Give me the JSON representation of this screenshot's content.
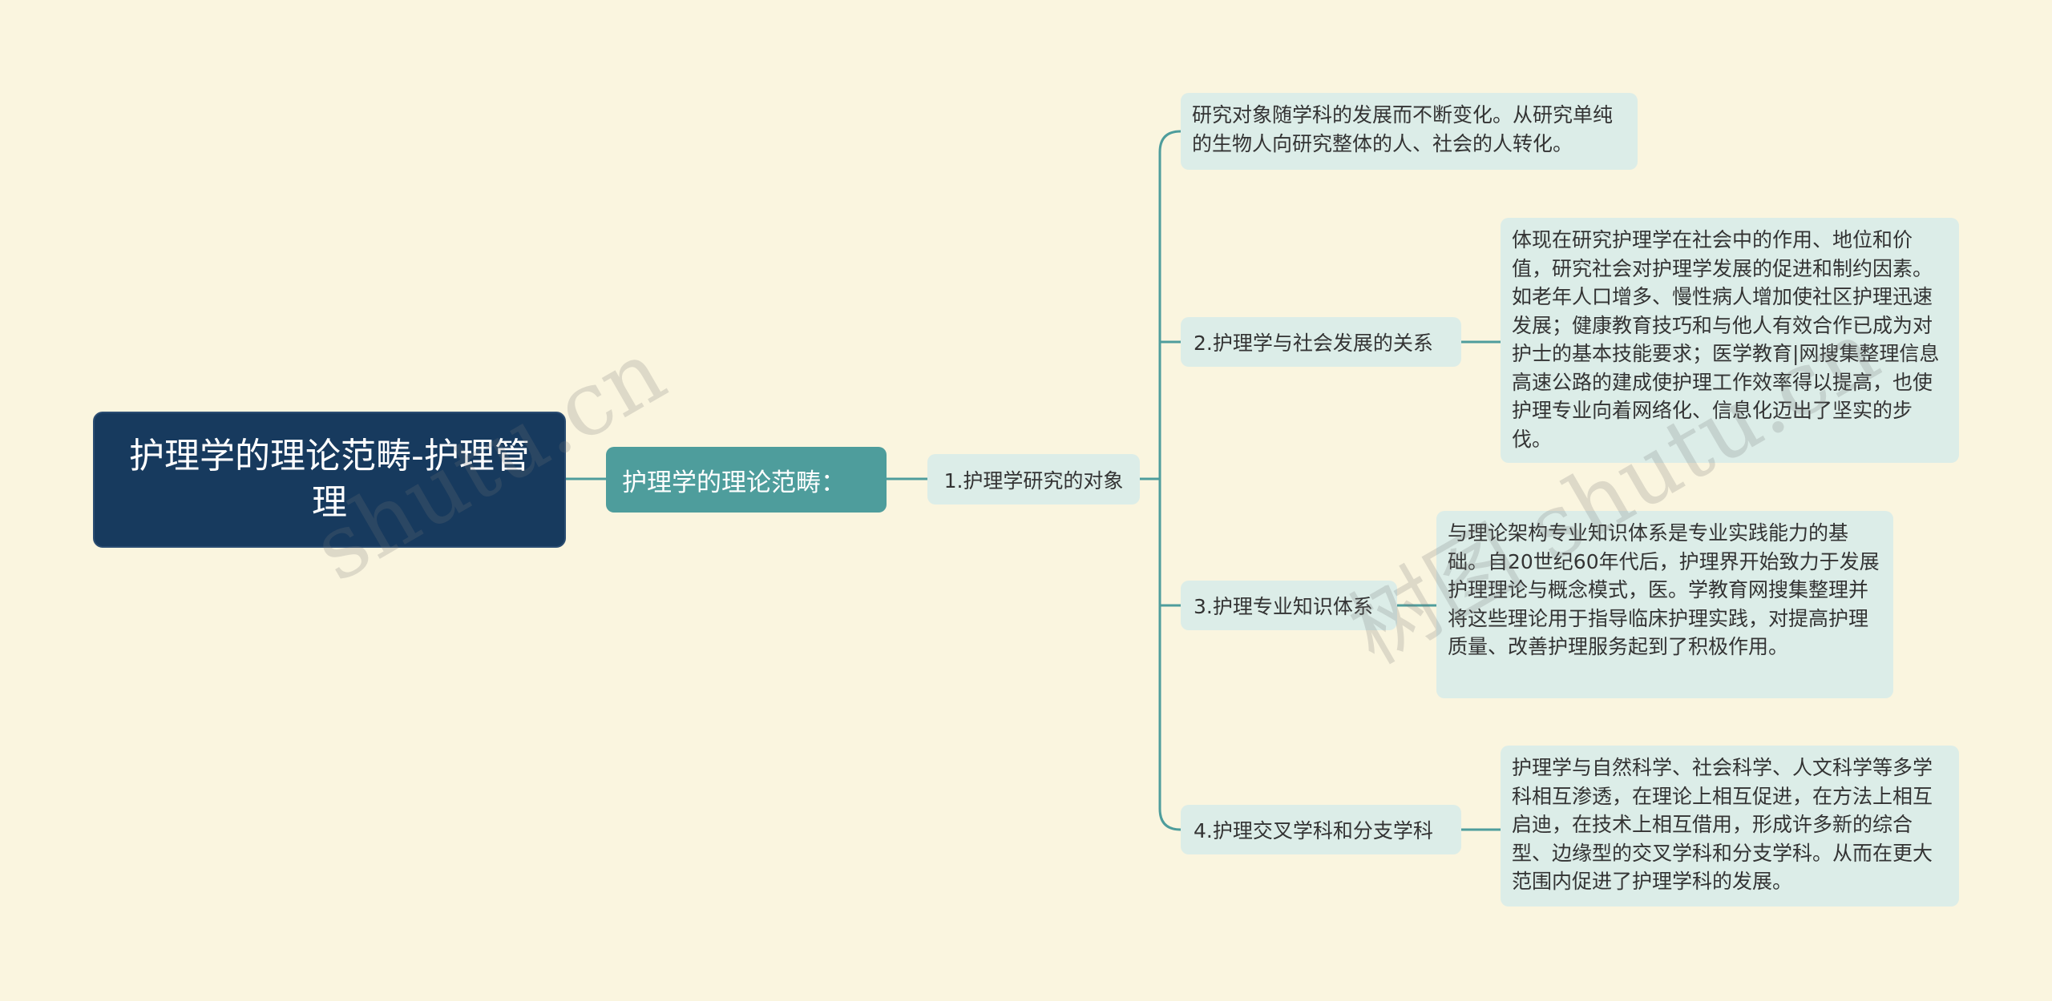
{
  "root": {
    "label": "护理学的理论范畴-护理管理"
  },
  "level1": {
    "label": "护理学的理论范畴："
  },
  "level2": {
    "label": "1.护理学研究的对象"
  },
  "branches": [
    {
      "label": "",
      "leaf": "研究对象随学科的发展而不断变化。从研究单纯的生物人向研究整体的人、社会的人转化。"
    },
    {
      "label": "2.护理学与社会发展的关系",
      "leaf": "体现在研究护理学在社会中的作用、地位和价值，研究社会对护理学发展的促进和制约因素。如老年人口增多、慢性病人增加使社区护理迅速发展；健康教育技巧和与他人有效合作已成为对护士的基本技能要求；医学教育|网搜集整理信息高速公路的建成使护理工作效率得以提高，也使护理专业向着网络化、信息化迈出了坚实的步伐。"
    },
    {
      "label": "3.护理专业知识体系",
      "leaf": "与理论架构专业知识体系是专业实践能力的基础。自20世纪60年代后，护理界开始致力于发展护理理论与概念模式，医。学教育网搜集整理并将这些理论用于指导临床护理实践，对提高护理质量、改善护理服务起到了积极作用。"
    },
    {
      "label": "4.护理交叉学科和分支学科",
      "leaf": "护理学与自然科学、社会科学、人文科学等多学科相互渗透，在理论上相互促进，在方法上相互启迪，在技术上相互借用，形成许多新的综合型、边缘型的交叉学科和分支学科。从而在更大范围内促进了护理学科的发展。"
    }
  ],
  "watermarks": [
    "shutu.cn",
    "树图 shutu.cn"
  ],
  "colors": {
    "background": "#faf5df",
    "root": "#173a5e",
    "level1": "#4e9d9c",
    "node": "#dcede8",
    "connector": "#4e9d9c"
  }
}
